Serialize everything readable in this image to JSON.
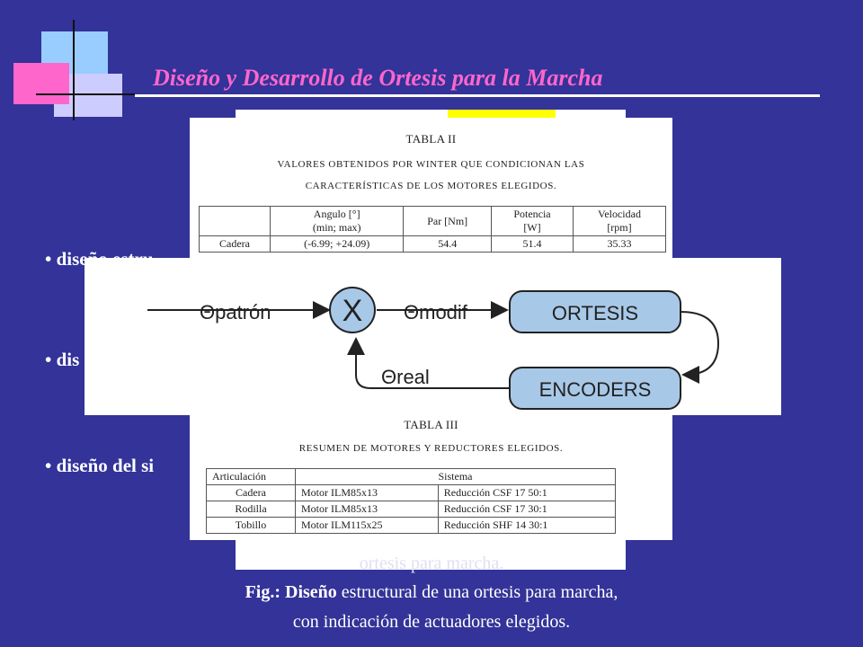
{
  "slide": {
    "title": "Diseño y Desarrollo de Ortesis para la Marcha",
    "bullets": [
      "• diseño estru",
      "• dis",
      "• diseño del si"
    ]
  },
  "table2": {
    "heading": "TABLA II",
    "subheading_line1": "VALORES OBTENIDOS POR WINTER QUE CONDICIONAN LAS",
    "subheading_line2": "CARACTERÍSTICAS DE LOS MOTORES ELEGIDOS.",
    "columns": [
      "",
      "Angulo [°]\n(min; max)",
      "Par [Nm]",
      "Potencia\n[W]",
      "Velocidad\n[rpm]"
    ],
    "rows": [
      [
        "Cadera",
        "(-6.99; +24.09)",
        "54.4",
        "51.4",
        "35.33"
      ]
    ]
  },
  "diagram": {
    "input": "Θpatrón",
    "comparator": "X",
    "modified": "Θmodif",
    "feedback": "Θreal",
    "block1": "ORTESIS",
    "block2": "ENCODERS"
  },
  "table3": {
    "heading": "TABLA III",
    "subheading": "RESUMEN DE MOTORES Y REDUCTORES ELEGIDOS.",
    "columns": [
      "Articulación",
      "Sistema"
    ],
    "rows": [
      [
        "Cadera",
        "Motor ILM85x13",
        "Reducción CSF 17 50:1"
      ],
      [
        "Rodilla",
        "Motor ILM85x13",
        "Reducción CSF 17 30:1"
      ],
      [
        "Tobillo",
        "Motor ILM115x25",
        "Reducción SHF 14 30:1"
      ]
    ]
  },
  "captions": {
    "behind_line": "ortesis para marcha.",
    "line1_bold": "Fig.: Diseño",
    "line1_rest": " estructural de una ortesis para marcha,",
    "line2": "con indicación de actuadores elegidos."
  }
}
